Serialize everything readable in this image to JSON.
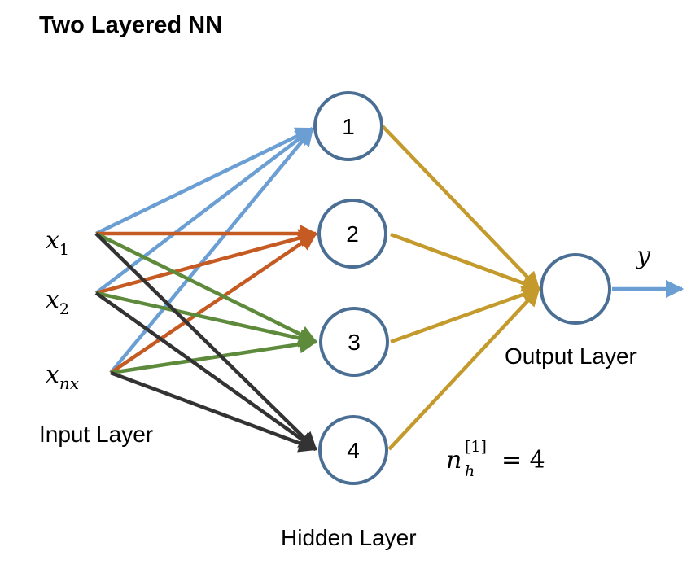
{
  "title": "Two Layered NN",
  "input_layer": {
    "label": "Input Layer",
    "nodes": [
      {
        "var": "x",
        "sub": "1"
      },
      {
        "var": "x",
        "sub": "2"
      },
      {
        "var": "x",
        "sub": "nx"
      }
    ]
  },
  "hidden_layer": {
    "label": "Hidden Layer",
    "nodes": [
      "1",
      "2",
      "3",
      "4"
    ]
  },
  "output_layer": {
    "label": "Output Layer",
    "output_var": "y"
  },
  "annotation": {
    "var": "n",
    "sub": "h",
    "sup": "[1]",
    "rest": "= 4"
  },
  "colors": {
    "node_stroke": "#4a6e94",
    "to_hidden_1": "#6b9fd4",
    "to_hidden_2": "#c55a22",
    "to_hidden_3": "#5e8a3c",
    "to_hidden_4": "#333333",
    "hidden_to_output": "#c49a2c",
    "output_arrow": "#6b9fd4"
  }
}
